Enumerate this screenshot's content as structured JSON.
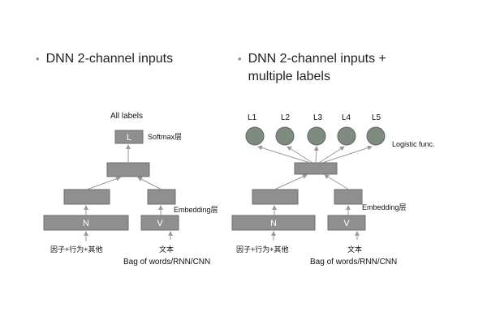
{
  "left": {
    "bullet": "DNN 2-channel inputs",
    "top_label": "All labels",
    "output_node": "L",
    "softmax_label": "Softmax层",
    "embedding_label": "Embedding层",
    "input_n": "N",
    "input_v": "V",
    "caption_left": "因子+行为+其他",
    "caption_right": "文本",
    "caption_bottom": "Bag of words/RNN/CNN"
  },
  "right": {
    "bullet_line1": "DNN 2-channel inputs +",
    "bullet_line2": "multiple labels",
    "outputs": [
      "L1",
      "L2",
      "L3",
      "L4",
      "L5"
    ],
    "logistic_label": "Logistic func.",
    "embedding_label": "Embedding层",
    "input_n": "N",
    "input_v": "V",
    "caption_left": "因子+行为+其他",
    "caption_right": "文本",
    "caption_bottom": "Bag of words/RNN/CNN"
  },
  "colors": {
    "box_fill": "#8f8f8f",
    "box_stroke": "#6e6e6e",
    "node_fill": "#7f8a80",
    "arrow": "#9a9a9a"
  }
}
